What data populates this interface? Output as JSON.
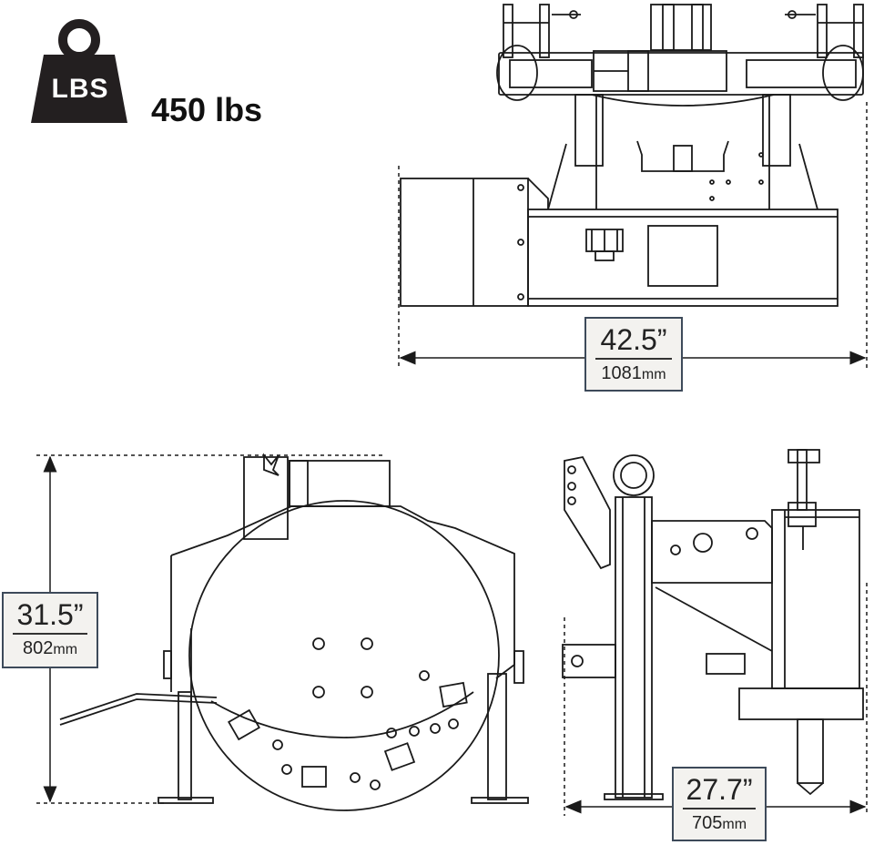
{
  "weight": {
    "icon_label": "LBS",
    "value_text": "450 lbs"
  },
  "dimensions": {
    "width": {
      "inches": "42.5”",
      "mm": "1081",
      "unit": "mm"
    },
    "height": {
      "inches": "31.5”",
      "mm": "802",
      "unit": "mm"
    },
    "depth": {
      "inches": "27.7”",
      "mm": "705",
      "unit": "mm"
    }
  },
  "colors": {
    "line": "#1a1a1a",
    "box_border": "#3d4a5a",
    "box_fill": "#f3f2ef",
    "icon_fill": "#231f20"
  },
  "icons": [
    "weight-icon"
  ]
}
